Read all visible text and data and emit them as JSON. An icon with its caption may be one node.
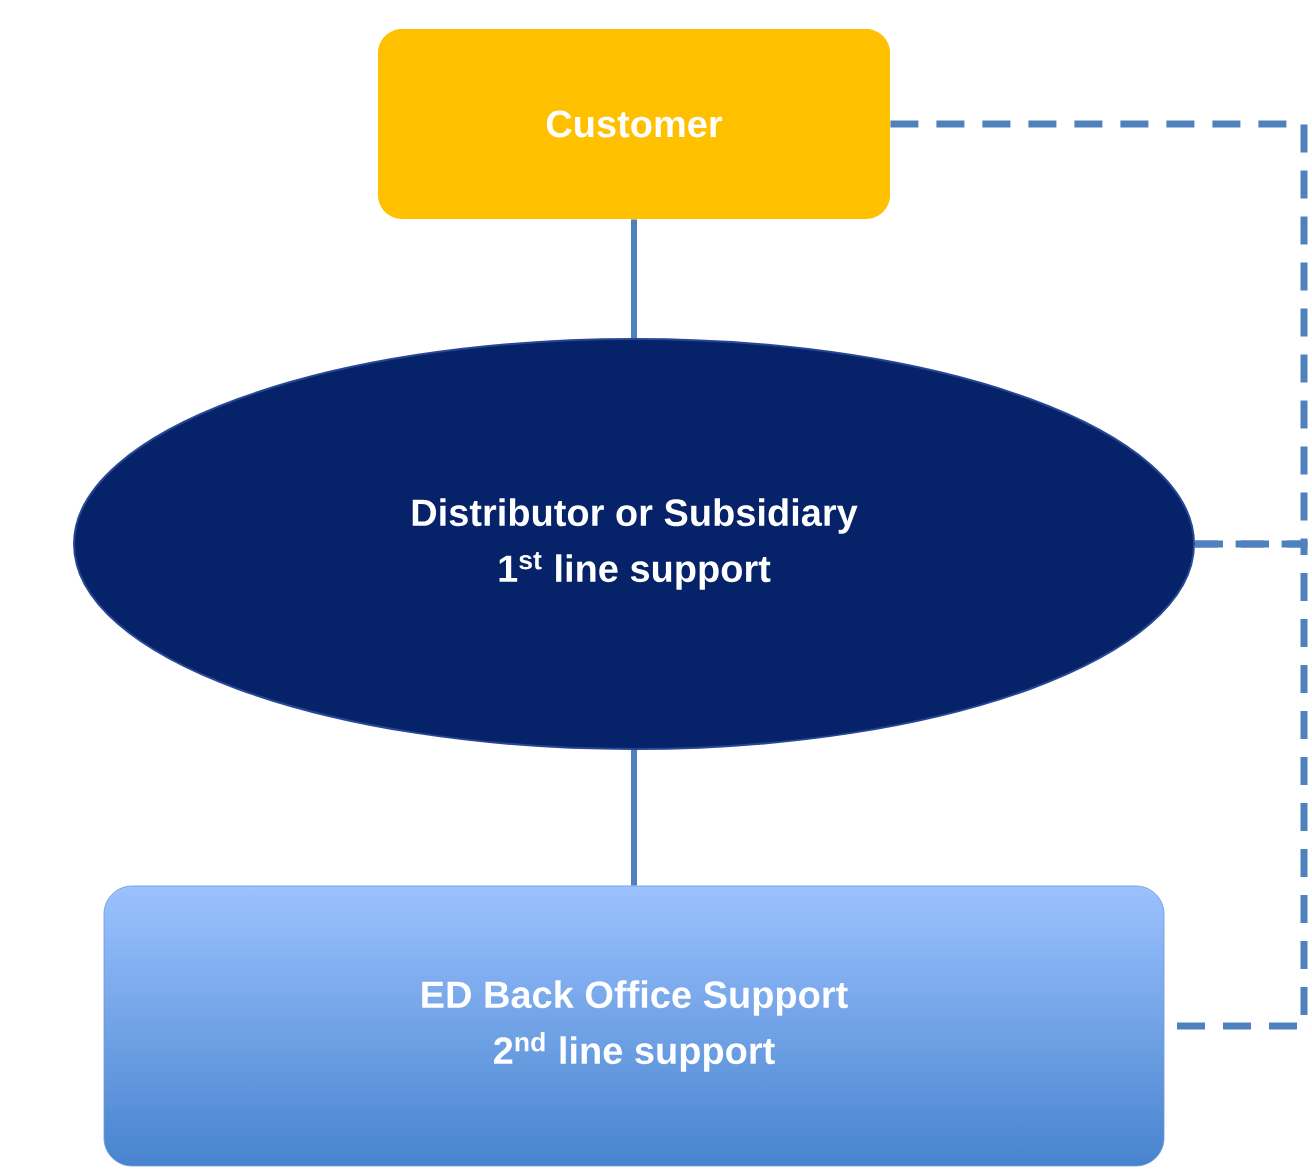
{
  "diagram": {
    "nodes": [
      {
        "text": [
          "Customer"
        ]
      },
      {
        "text": [
          "Distributor or Subsidiary",
          "1$^{st}$ line support"
        ]
      },
      {
        "text": [
          "ED Back Office Support",
          "2$^{nd}$ line support"
        ]
      }
    ],
    "edges": [
      {
        "from": 0,
        "to": 1,
        "arrow": "none"
      },
      {
        "from": 1,
        "to": 2,
        "arrow": "none"
      },
      {
        "from": 0,
        "to": 1,
        "arrow": "none",
        "style": "dashed"
      },
      {
        "from": 1,
        "to": 2,
        "arrow": "none",
        "style": "dashed"
      }
    ]
  }
}
